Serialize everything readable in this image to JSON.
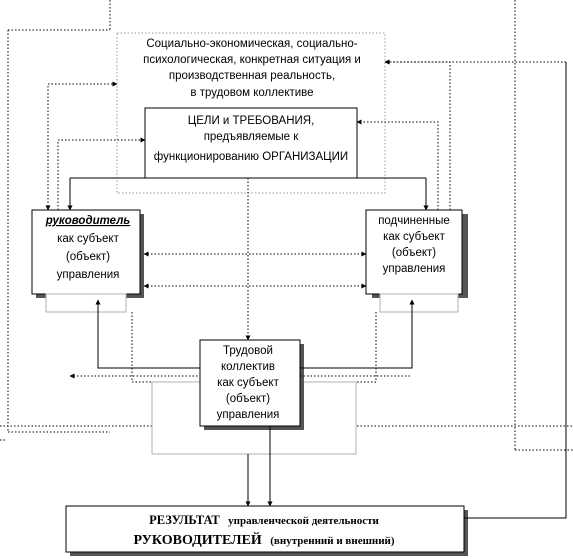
{
  "boxes": {
    "reality": {
      "lines": [
        "Социально-экономическая, социально-",
        "психологическая, конкретная ситуация и",
        "производственная реальность,",
        "в трудовом  коллективе"
      ]
    },
    "goals": {
      "lines": [
        "ЦЕЛИ и ТРЕБОВАНИЯ,",
        "предъявляемые к",
        "функционированию ОРГАНИЗАЦИИ"
      ]
    },
    "manager": {
      "lines": [
        "руководитель",
        "как субъект",
        "(объект)",
        "управления"
      ]
    },
    "subordinates": {
      "lines": [
        "подчиненные",
        "как субъект",
        "(объект)",
        "управления"
      ]
    },
    "collective": {
      "lines": [
        "Трудовой",
        "коллектив",
        "как субъект",
        "(объект)",
        "управления"
      ]
    },
    "result": {
      "line1_bold": "РЕЗУЛЬТАТ",
      "line1_rest": "управленческой деятельности",
      "line2_bold": "РУКОВОДИТЕЛЕЙ",
      "line2_rest": "(внутренний и внешний)"
    }
  }
}
